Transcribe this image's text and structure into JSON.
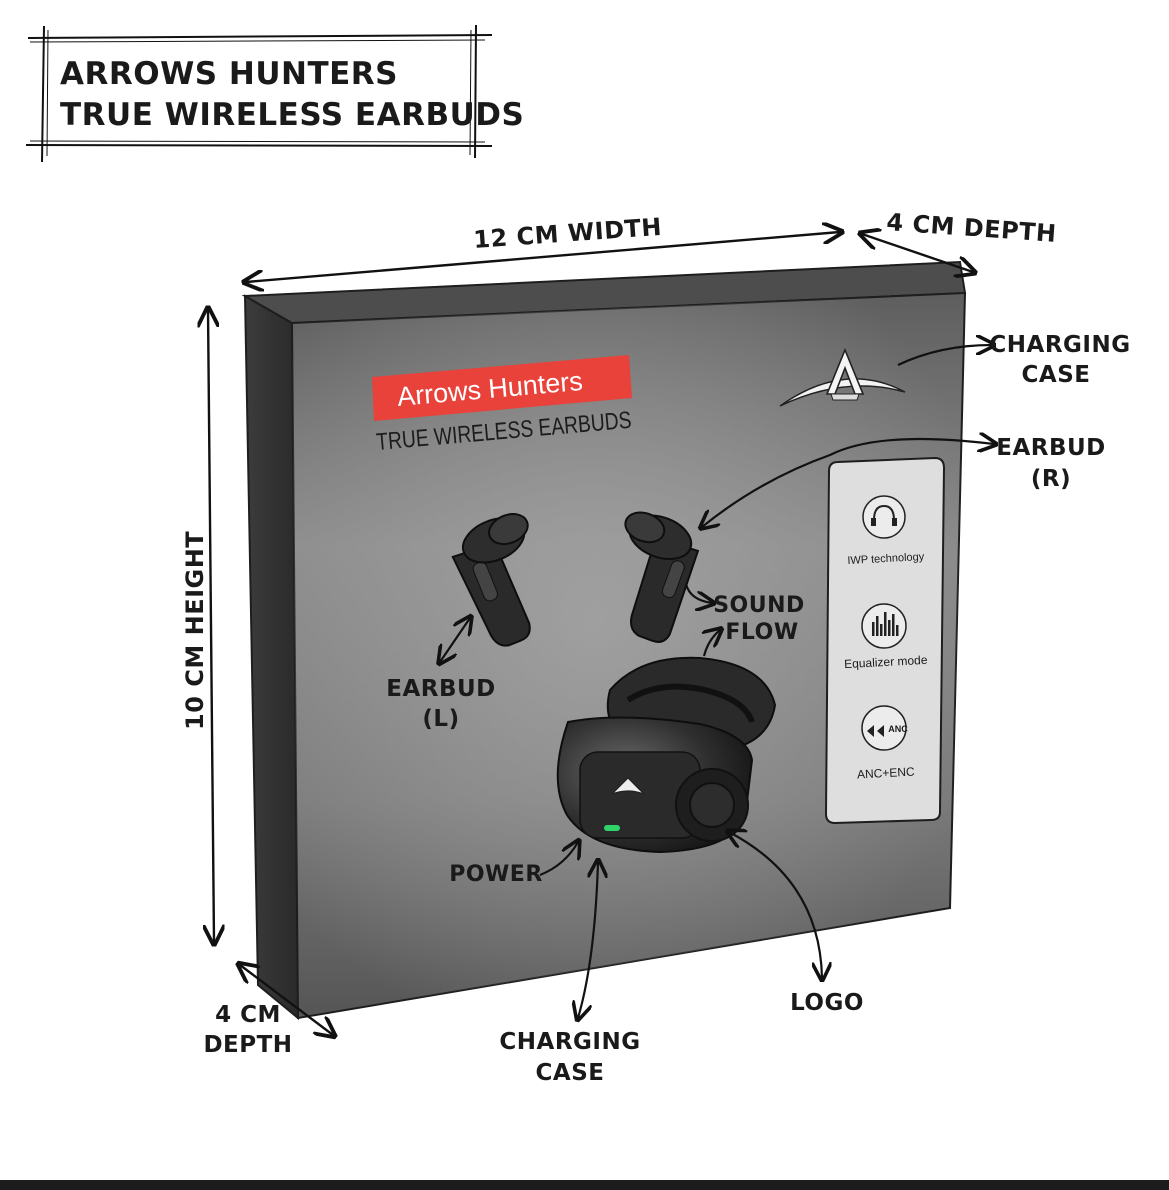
{
  "title": {
    "line1": "ARROWS HUNTERS",
    "line2": "TRUE WIRELESS EARBUDS"
  },
  "dimensions": {
    "width": "12 CM WIDTH",
    "depth_top": "4 CM DEPTH",
    "height": "10 CM HEIGHT",
    "depth_bottom_line1": "4 CM",
    "depth_bottom_line2": "DEPTH"
  },
  "box": {
    "brand_label": "Arrows Hunters",
    "product_label": "TRUE WIRELESS EARBUDS",
    "brand_color": "#e8423a",
    "box_color": "#6e6e6e",
    "features": [
      {
        "icon": "headphones-icon",
        "label": "IWP technology"
      },
      {
        "icon": "equalizer-icon",
        "label": "Equalizer mode"
      },
      {
        "icon": "anc-icon",
        "label": "ANC+ENC",
        "badge": "ANC"
      }
    ]
  },
  "callouts": {
    "charging_case_right_1": "CHARGING",
    "charging_case_right_2": "CASE",
    "earbud_r_1": "EARBUD",
    "earbud_r_2": "(R)",
    "earbud_l_1": "EARBUD",
    "earbud_l_2": "(L)",
    "sound_flow_1": "SOUND",
    "sound_flow_2": "FLOW",
    "power": "POWER",
    "logo": "LOGO",
    "charging_case_bottom_1": "CHARGING",
    "charging_case_bottom_2": "CASE"
  }
}
